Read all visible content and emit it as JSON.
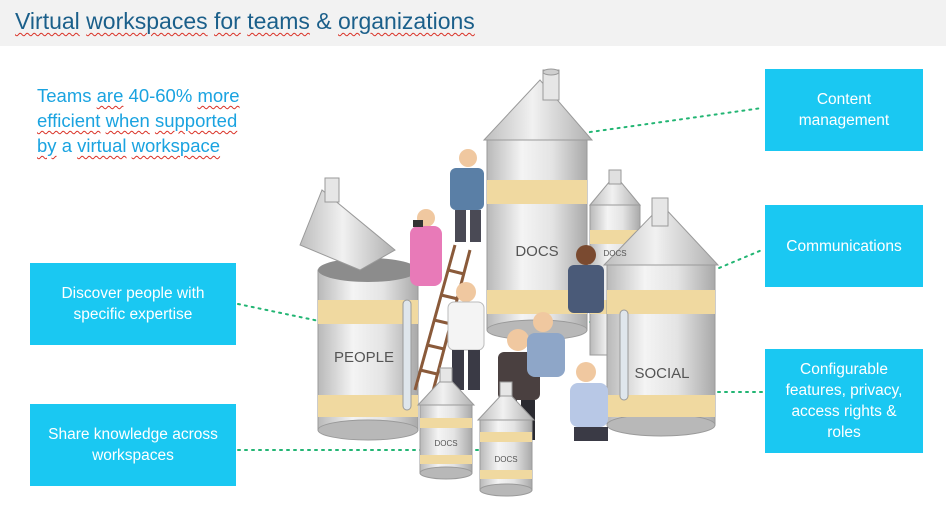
{
  "title": {
    "words": [
      "Virtual",
      "workspaces",
      "for",
      "teams",
      "&",
      "organizations"
    ]
  },
  "tagline": {
    "words": [
      "Teams",
      "are",
      "40-60%",
      "more",
      "efficient",
      "when",
      "supported",
      "by",
      "a",
      "virtual",
      "workspace"
    ]
  },
  "callouts": {
    "content_management": "Content management",
    "communications": "Communications",
    "configurable": "Configurable features, privacy, access rights & roles",
    "discover": "Discover people with specific expertise",
    "share": "Share knowledge across workspaces"
  },
  "silos": {
    "people": "PEOPLE",
    "docs_large": "DOCS",
    "social": "SOCIAL",
    "docs_small_top": "DOCS",
    "docs_small_left": "DOCS",
    "docs_small_right": "DOCS"
  },
  "colors": {
    "accent": "#1ac8f2",
    "title": "#1b5f8a",
    "tagline": "#1aa3e0",
    "band": "#f0d9a0",
    "connector": "#22b573"
  }
}
